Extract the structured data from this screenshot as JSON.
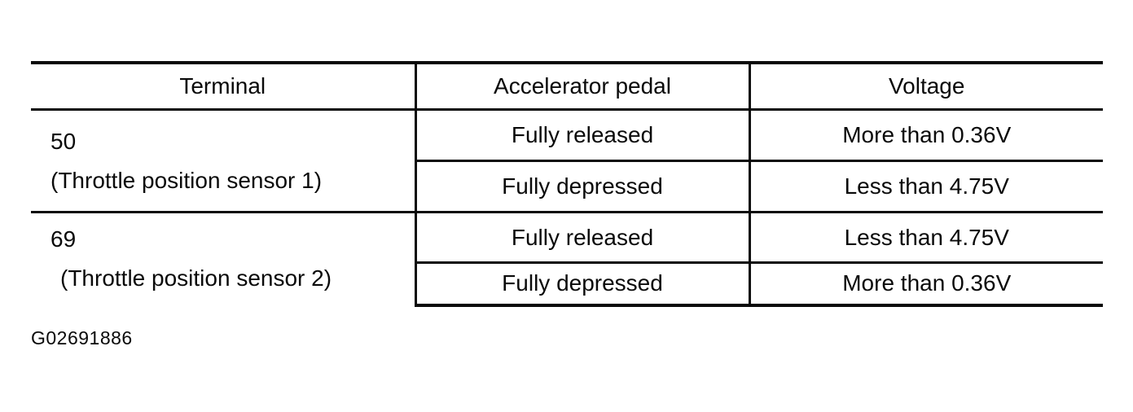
{
  "table": {
    "headers": {
      "terminal": "Terminal",
      "pedal": "Accelerator pedal",
      "voltage": "Voltage"
    },
    "groups": [
      {
        "terminal": "50",
        "note": "(Throttle position sensor 1)",
        "rows": [
          {
            "pedal": "Fully released",
            "voltage": "More than 0.36V"
          },
          {
            "pedal": "Fully depressed",
            "voltage": "Less than 4.75V"
          }
        ]
      },
      {
        "terminal": "69",
        "note": "(Throttle position sensor 2)",
        "rows": [
          {
            "pedal": "Fully released",
            "voltage": "Less than 4.75V"
          },
          {
            "pedal": "Fully depressed",
            "voltage": "More than 0.36V"
          }
        ]
      }
    ]
  },
  "figure_id": "G02691886"
}
